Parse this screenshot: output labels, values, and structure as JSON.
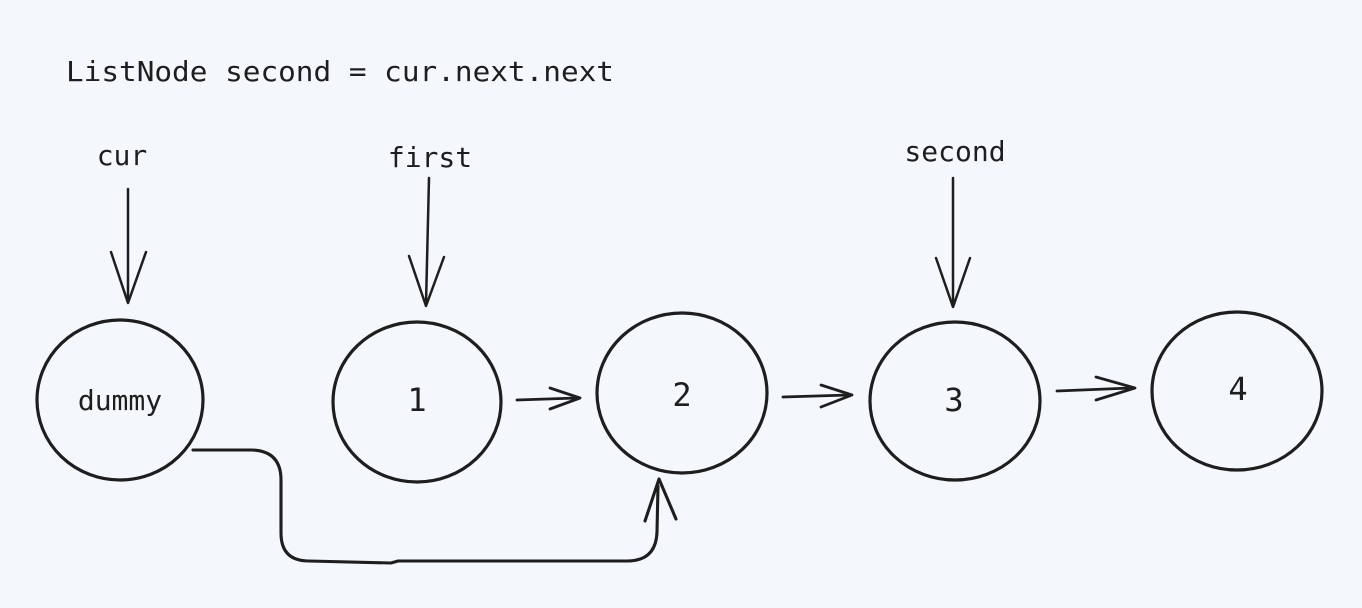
{
  "colors": {
    "background": "#f4f7fb",
    "stroke": "#1e1e1e",
    "text": "#1e1e1e"
  },
  "code_line": "ListNode second = cur.next.next",
  "pointers": [
    {
      "label": "cur",
      "points_to": "dummy"
    },
    {
      "label": "first",
      "points_to": "1"
    },
    {
      "label": "second",
      "points_to": "3"
    }
  ],
  "nodes": [
    {
      "label": "dummy"
    },
    {
      "label": "1"
    },
    {
      "label": "2"
    },
    {
      "label": "3"
    },
    {
      "label": "4"
    }
  ],
  "edges": [
    {
      "from": "dummy",
      "to": "2",
      "style": "curved-below"
    },
    {
      "from": "1",
      "to": "2",
      "style": "straight"
    },
    {
      "from": "2",
      "to": "3",
      "style": "straight"
    },
    {
      "from": "3",
      "to": "4",
      "style": "straight"
    }
  ]
}
